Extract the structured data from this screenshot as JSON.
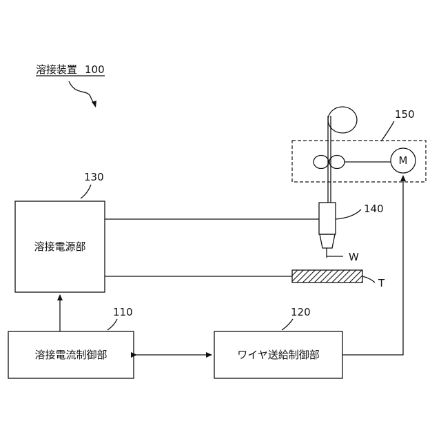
{
  "title": {
    "text": "溶接装置",
    "ref": "100"
  },
  "blocks": {
    "power_source": {
      "label": "溶接電源部",
      "ref": "130"
    },
    "current_control": {
      "label": "溶接電流制御部",
      "ref": "110"
    },
    "wire_feed_control": {
      "label": "ワイヤ送給制御部",
      "ref": "120"
    }
  },
  "wire_feeder": {
    "ref": "150",
    "motor_label": "M"
  },
  "torch": {
    "ref": "140",
    "wire_label": "W"
  },
  "workpiece": {
    "label": "T"
  }
}
